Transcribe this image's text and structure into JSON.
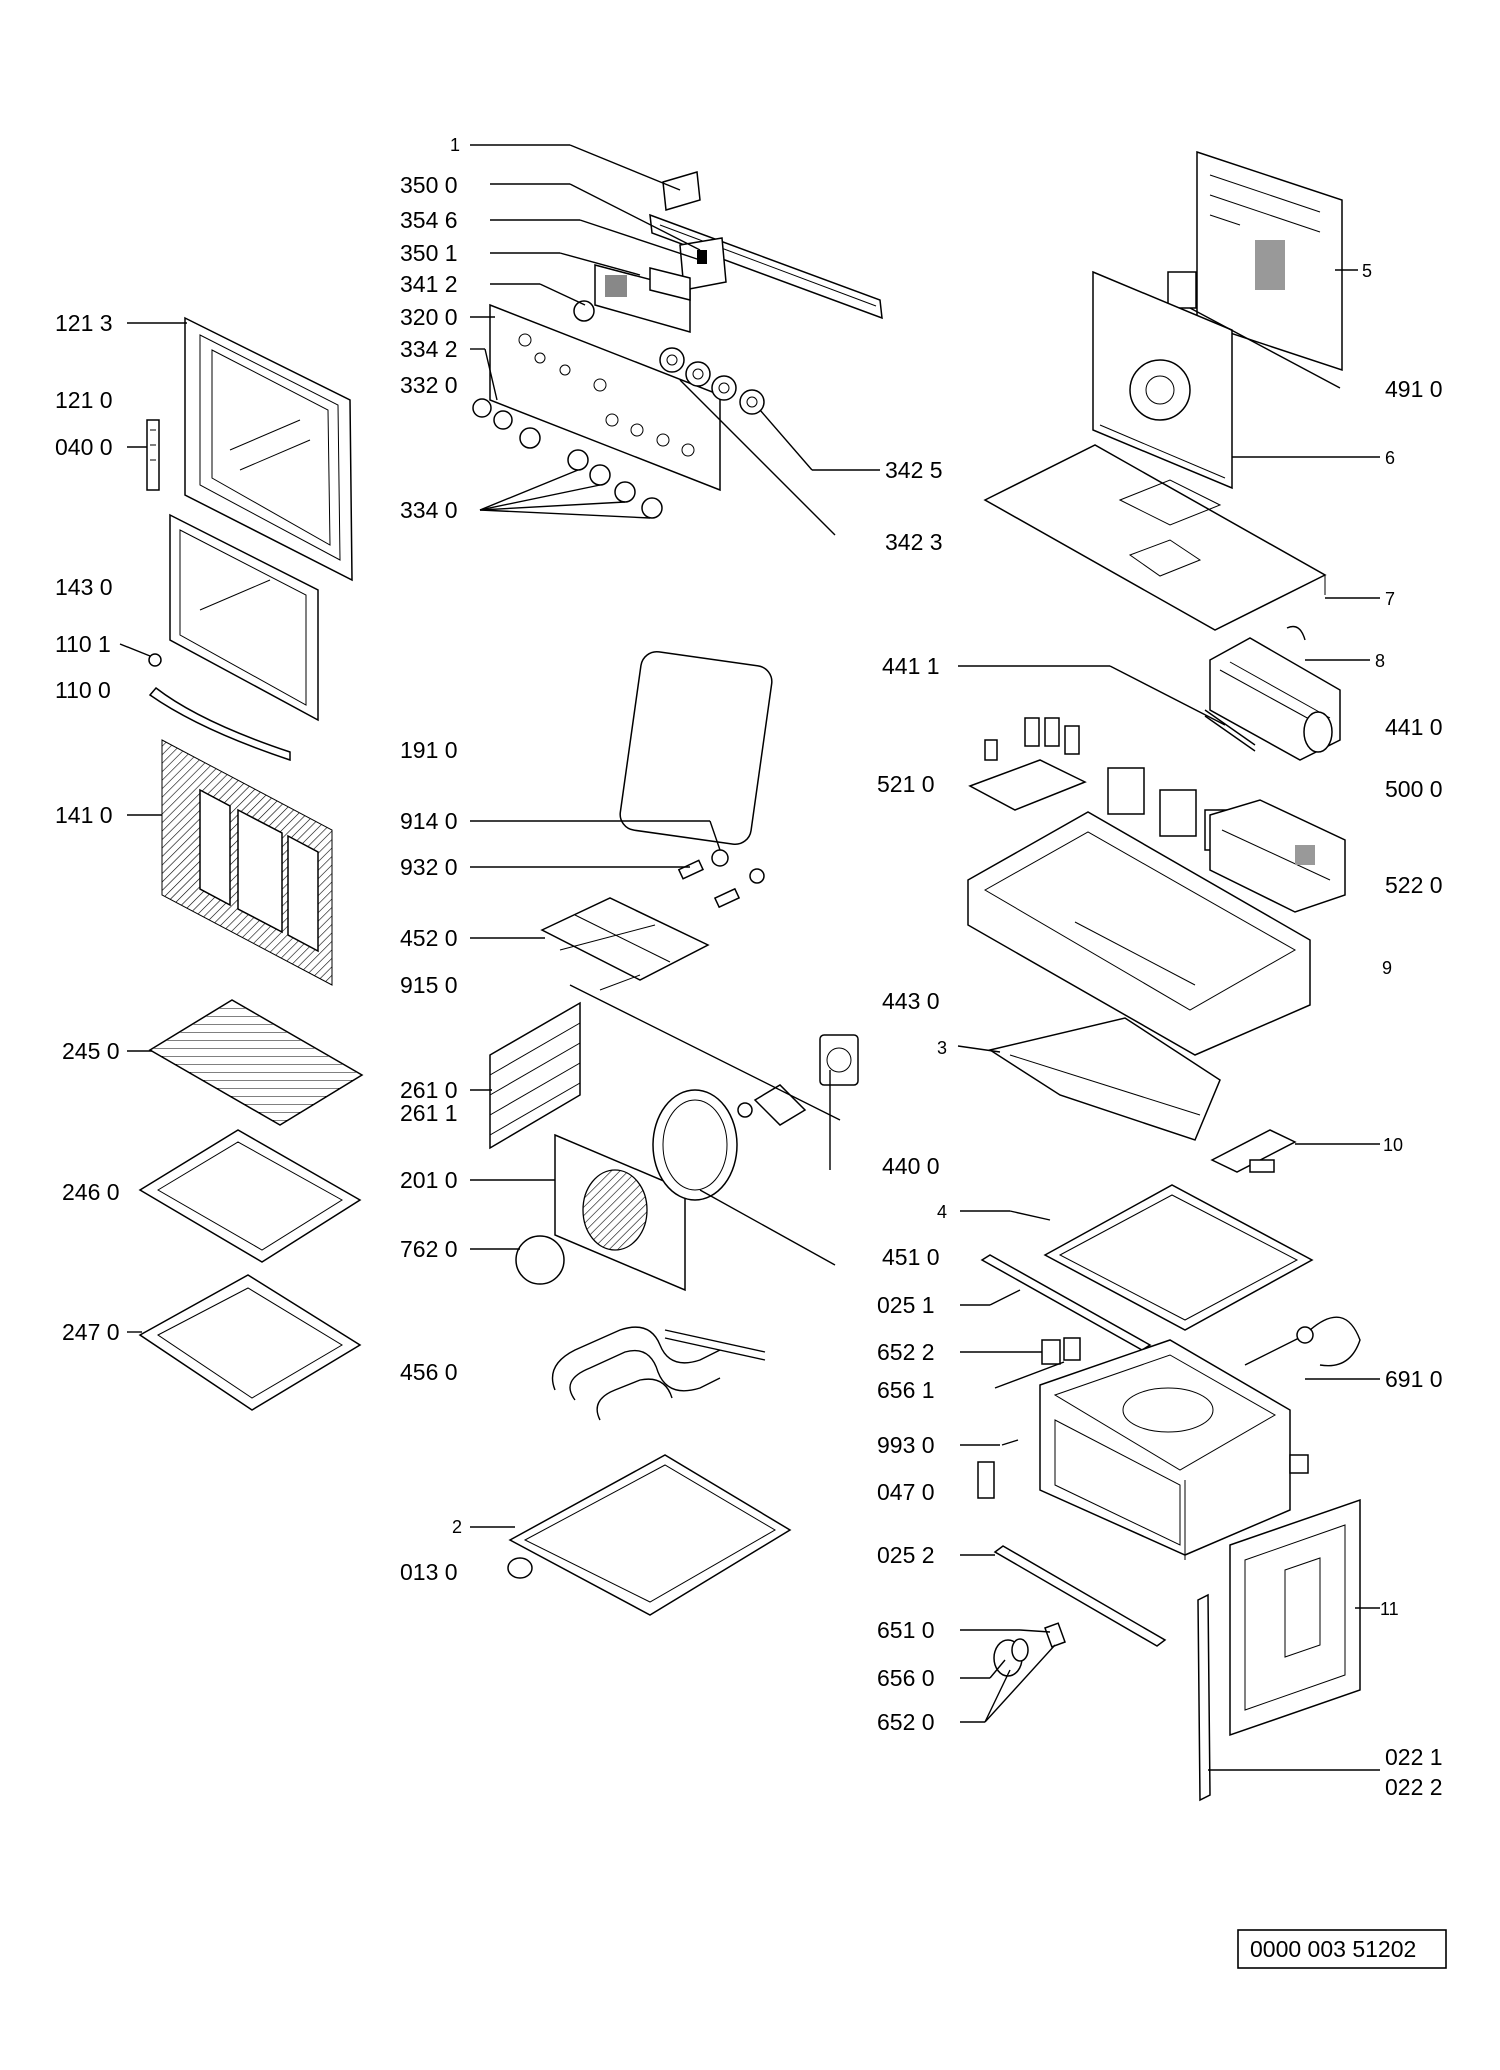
{
  "labels": {
    "l1": "1",
    "l350_0": "350 0",
    "l354_6": "354 6",
    "l350_1": "350 1",
    "l341_2": "341 2",
    "l320_0": "320 0",
    "l334_2": "334 2",
    "l332_0": "332 0",
    "l334_0": "334 0",
    "l342_5": "342 5",
    "l342_3": "342 3",
    "l121_3": "121 3",
    "l121_0": "121 0",
    "l040_0": "040 0",
    "l143_0": "143 0",
    "l110_1": "110 1",
    "l110_0": "110 0",
    "l141_0": "141 0",
    "l245_0": "245 0",
    "l246_0": "246 0",
    "l247_0": "247 0",
    "l191_0": "191 0",
    "l914_0": "914 0",
    "l932_0": "932 0",
    "l452_0": "452 0",
    "l915_0": "915 0",
    "l261_0": "261 0",
    "l261_1": "261 1",
    "l201_0": "201 0",
    "l762_0": "762 0",
    "l456_0": "456 0",
    "l2": "2",
    "l013_0": "013 0",
    "l5": "5",
    "l491_0": "491 0",
    "l6": "6",
    "l7": "7",
    "l8": "8",
    "l441_1": "441 1",
    "l441_0": "441 0",
    "l521_0": "521 0",
    "l500_0": "500 0",
    "l522_0": "522 0",
    "l9": "9",
    "l443_0": "443 0",
    "l3": "3",
    "l10": "10",
    "l440_0": "440 0",
    "l4": "4",
    "l451_0": "451 0",
    "l025_1": "025 1",
    "l652_2": "652 2",
    "l656_1": "656 1",
    "l691_0": "691 0",
    "l993_0": "993 0",
    "l047_0": "047 0",
    "l025_2": "025 2",
    "l11": "11",
    "l651_0": "651 0",
    "l656_0": "656 0",
    "l652_0": "652 0",
    "l022_1": "022 1",
    "l022_2": "022 2"
  },
  "document_code": "0000 003 51202"
}
